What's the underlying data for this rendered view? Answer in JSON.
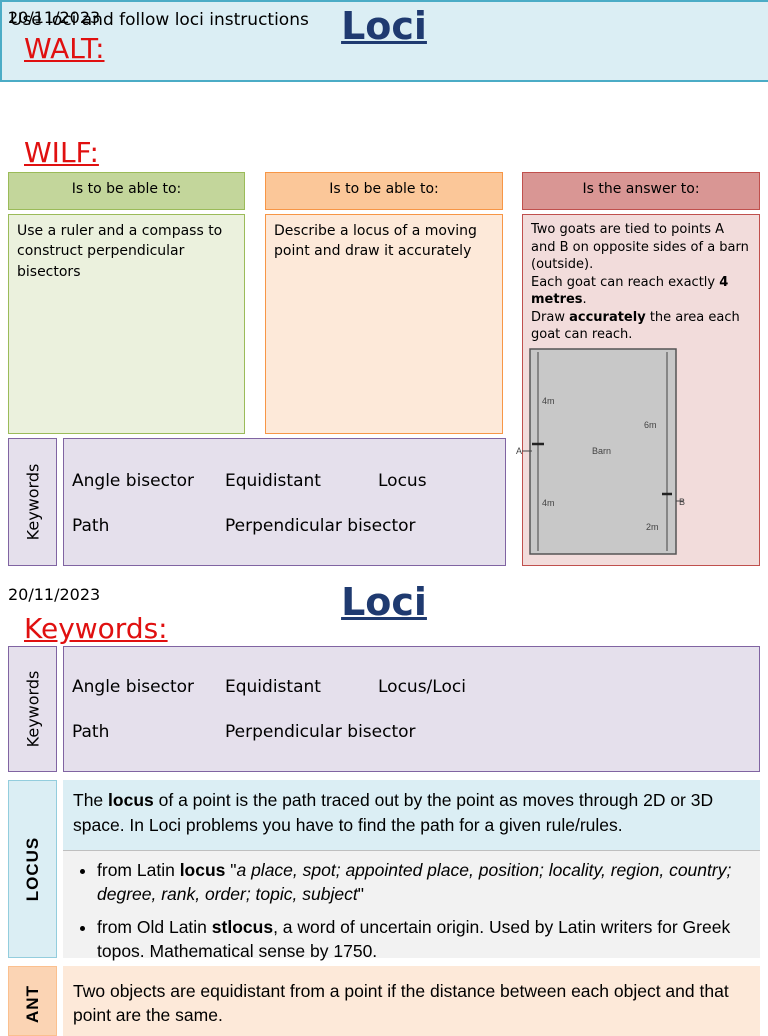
{
  "slide1": {
    "date": "20/11/2023",
    "title": "Loci",
    "walt_heading": "WALT:",
    "walt_text": "Use loci and follow loci instructions",
    "wilf_heading": "WILF:",
    "columns": [
      {
        "header": "Is to be able to:",
        "body": "Use a ruler and a compass to construct perpendicular bisectors"
      },
      {
        "header": "Is to be able to:",
        "body": "Describe a locus of a moving point and draw it accurately"
      },
      {
        "header": "Is the answer to:",
        "body_lines": [
          "Two goats are tied to points A and B on opposite sides of a barn (outside).",
          "Each goat can reach exactly ",
          "4 metres",
          ".",
          "Draw ",
          "accurately",
          " the area each goat can reach."
        ]
      }
    ],
    "diagram": {
      "barn_label": "Barn",
      "point_a": "A",
      "point_b": "B",
      "len_top_left": "4m",
      "len_bottom_left": "4m",
      "len_right_top": "6m",
      "len_right_bottom": "2m"
    },
    "keywords_label": "Keywords",
    "keywords": [
      "Angle bisector",
      "Equidistant",
      "Locus",
      "Path",
      "Perpendicular bisector"
    ]
  },
  "slide2": {
    "date": "20/11/2023",
    "title": "Loci",
    "keywords_heading": "Keywords:",
    "keywords_label": "Keywords",
    "keywords": [
      "Angle bisector",
      "Equidistant",
      "Locus/Loci",
      "Path",
      "Perpendicular bisector"
    ],
    "locus_label": "LOCUS",
    "locus_def_pre": "The ",
    "locus_def_bold": "locus",
    "locus_def_post": " of a point is the path traced out by the point as moves through 2D or 3D space. In Loci problems you have to find the path for a  given rule/rules.",
    "ety1_pre": "from Latin ",
    "ety1_bold": "locus",
    "ety1_quote_open": " \"",
    "ety1_italic": "a place, spot; appointed place, position; locality, region, country; degree, rank, order; topic, subject",
    "ety1_quote_close": "\"",
    "ety2_pre": "from Old Latin ",
    "ety2_bold": "stlocus",
    "ety2_post": ", a word of uncertain origin. Used by Latin writers for Greek topos. Mathematical sense by 1750.",
    "equidistant_label": "ANT",
    "equidistant_def": "Two objects are equidistant from a point if the distance between each object and that point are the same."
  },
  "colors": {
    "title": "#1f3a70",
    "red_heading": "#e01010",
    "walt_bg": "#dbeef4",
    "green": "#c3d69b",
    "orange": "#fbc799",
    "pink": "#d99694",
    "purple": "#e5e0ec"
  }
}
